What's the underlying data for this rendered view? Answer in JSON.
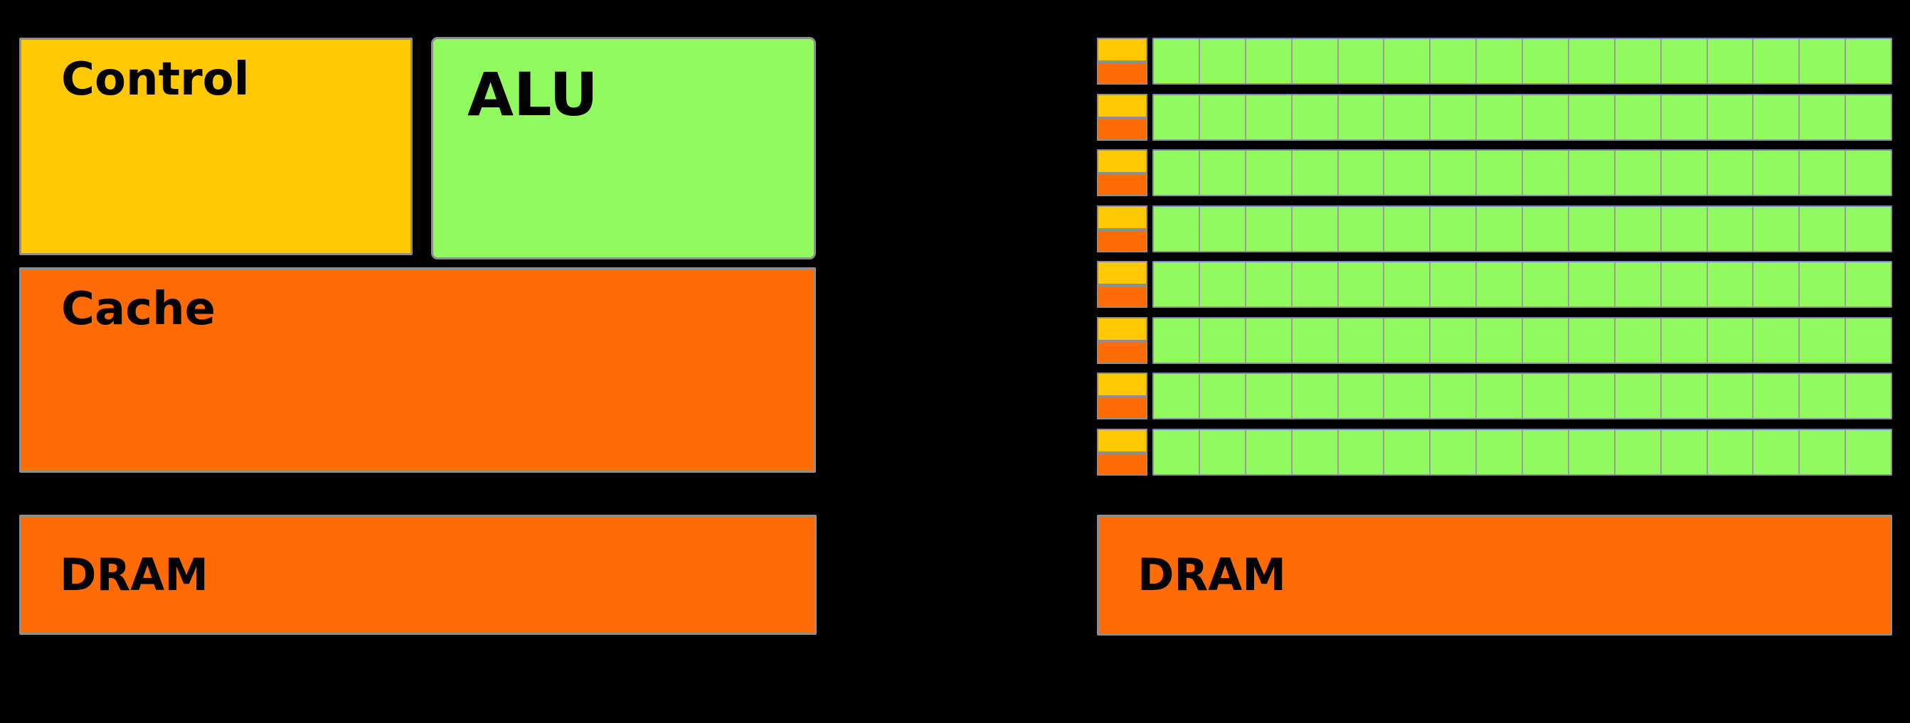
{
  "diagram": {
    "cpu": {
      "control_label": "Control",
      "alu_label": "ALU",
      "cache_label": "Cache",
      "dram_label": "DRAM"
    },
    "gpu": {
      "dram_label": "DRAM",
      "core_rows": 8,
      "core_columns": 16
    }
  },
  "colors": {
    "bg": "#000000",
    "yellow": "#ffc800",
    "orange": "#ff6b05",
    "green": "#90fa5f",
    "border": "#8e8e8e",
    "divider": "#9c9ca6",
    "strip_border": "#8e8e99",
    "strip_top": "#8080c6",
    "text": "#000000"
  }
}
